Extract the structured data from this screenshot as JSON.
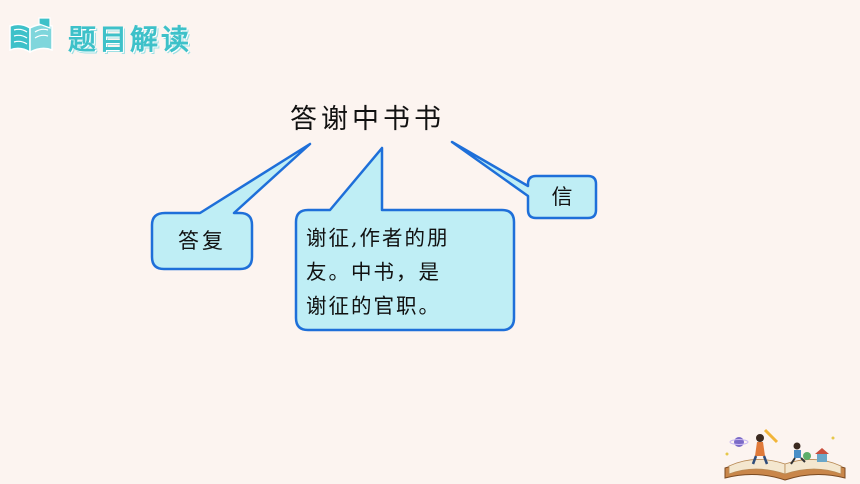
{
  "header": {
    "title": "题目解读",
    "icon": "open-book-icon"
  },
  "main_title": "答谢中书书",
  "callouts": {
    "reply": "答复",
    "letter": "信",
    "note": "谢征,作者的朋\n友。中书，是\n谢征的官职。"
  },
  "colors": {
    "accent": "#3ec1c9",
    "callout_fill": "#bfeef5",
    "callout_stroke": "#1e6fd9",
    "background": "#fcf4f0"
  },
  "decoration": "reading-on-book-illustration"
}
